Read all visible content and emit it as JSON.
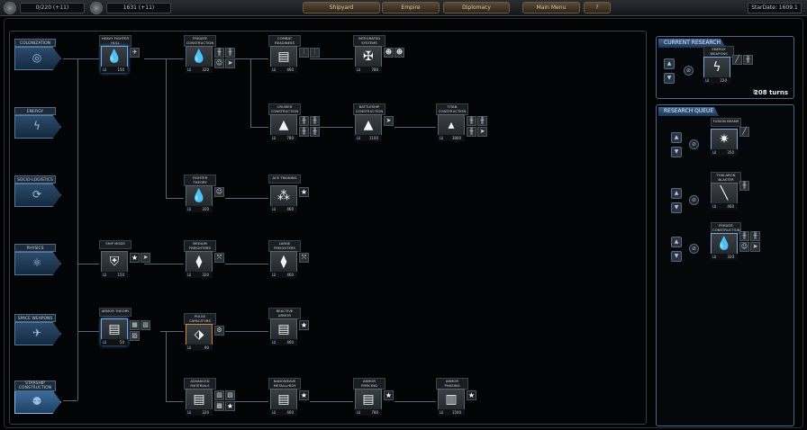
{
  "topbar": {
    "res1": "0/220 (+11)",
    "res2": "1631 (+11)",
    "btn_shipyard": "Shipyard",
    "btn_empire": "Empire",
    "btn_diplomacy": "Diplomacy",
    "btn_mainmenu": "Main Menu",
    "btn_help": "?",
    "stardate": "StarDate: 1609.1"
  },
  "categories": [
    {
      "label": "COLONIZATION",
      "icon": "colony-icon"
    },
    {
      "label": "ENERGY",
      "icon": "energy-icon"
    },
    {
      "label": "SOCIO-LOGISTICS",
      "icon": "socio-icon"
    },
    {
      "label": "PHYSICS",
      "icon": "physics-icon"
    },
    {
      "label": "SPACE WEAPONS",
      "icon": "weapons-icon"
    },
    {
      "label": "STARSHIP CONSTRUCTION",
      "icon": "starship-icon"
    }
  ],
  "nodes": {
    "heavy_fighter": {
      "label": "HEAVY FIGHTER HULL",
      "cost": "150"
    },
    "frigate": {
      "label": "FRIGATE CONSTRUCTION",
      "cost": "320"
    },
    "combat_readiness": {
      "label": "COMBAT READINESS",
      "cost": "460"
    },
    "integrated_systems": {
      "label": "INTEGRATED SYSTEMS",
      "cost": "780"
    },
    "cruiser": {
      "label": "CRUISER CONSTRUCTION",
      "cost": "780"
    },
    "battleship": {
      "label": "BATTLESHIP CONSTRUCTION",
      "cost": "1100"
    },
    "titan": {
      "label": "TITAN CONSTRUCTION",
      "cost": "3800"
    },
    "fighter_theory": {
      "label": "FIGHTER THEORY",
      "cost": "320"
    },
    "ace_training": {
      "label": "ACE TRAINING",
      "cost": "460"
    },
    "ship_mods": {
      "label": "SHIP MODS",
      "cost": "150"
    },
    "medium_freighters": {
      "label": "MEDIUM FREIGHTERS",
      "cost": "320"
    },
    "large_freighters": {
      "label": "LARGE FREIGHTERS",
      "cost": "460"
    },
    "armor_theory": {
      "label": "ARMOR THEORY",
      "cost": "50"
    },
    "pulse_capacitors": {
      "label": "PULSE CAPACITORS",
      "cost": "90"
    },
    "reactive_armor": {
      "label": "REACTIVE ARMOR",
      "cost": "460"
    },
    "advanced_materials": {
      "label": "ADVANCED MATERIALS",
      "cost": "320"
    },
    "nanoweave": {
      "label": "NANOWEAVE METALLURGY",
      "cost": "460"
    },
    "armor_piercing": {
      "label": "ARMOR PIERCING",
      "cost": "780"
    },
    "armor_phasing": {
      "label": "ARMOR PHASING",
      "cost": "1500"
    }
  },
  "current_research": {
    "title": "CURRENT RESEARCH",
    "label": "ENERGY WEAPONS",
    "cost": "220",
    "turns": "208 turns"
  },
  "research_queue": {
    "title": "RESEARCH QUEUE",
    "items": [
      {
        "label": "FUSION BEAMS",
        "cost": "350"
      },
      {
        "label": "THALARON BLASTER",
        "cost": "460"
      },
      {
        "label": "FRIGATE CONSTRUCTION",
        "cost": "320"
      }
    ]
  }
}
